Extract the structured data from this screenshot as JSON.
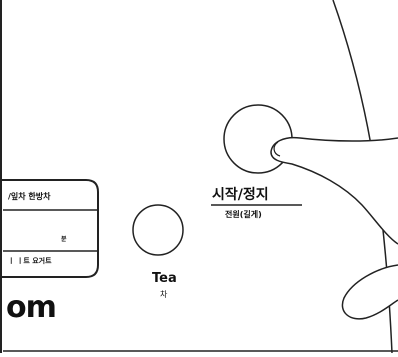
{
  "tea_button": {
    "label": "Tea",
    "sublabel": "차"
  },
  "start_stop_button": {
    "label": "시작/정지",
    "sublabel": "전원(길게)"
  },
  "mode_panel": {
    "row_top": "/잎차  한방차",
    "row_mid": "분",
    "row_bottom": "ㅣ ㅣ트  요거트"
  },
  "brand_text": "om",
  "colors": {
    "line": "#222222",
    "background": "#ffffff",
    "hand_fill": "#ffffff"
  }
}
